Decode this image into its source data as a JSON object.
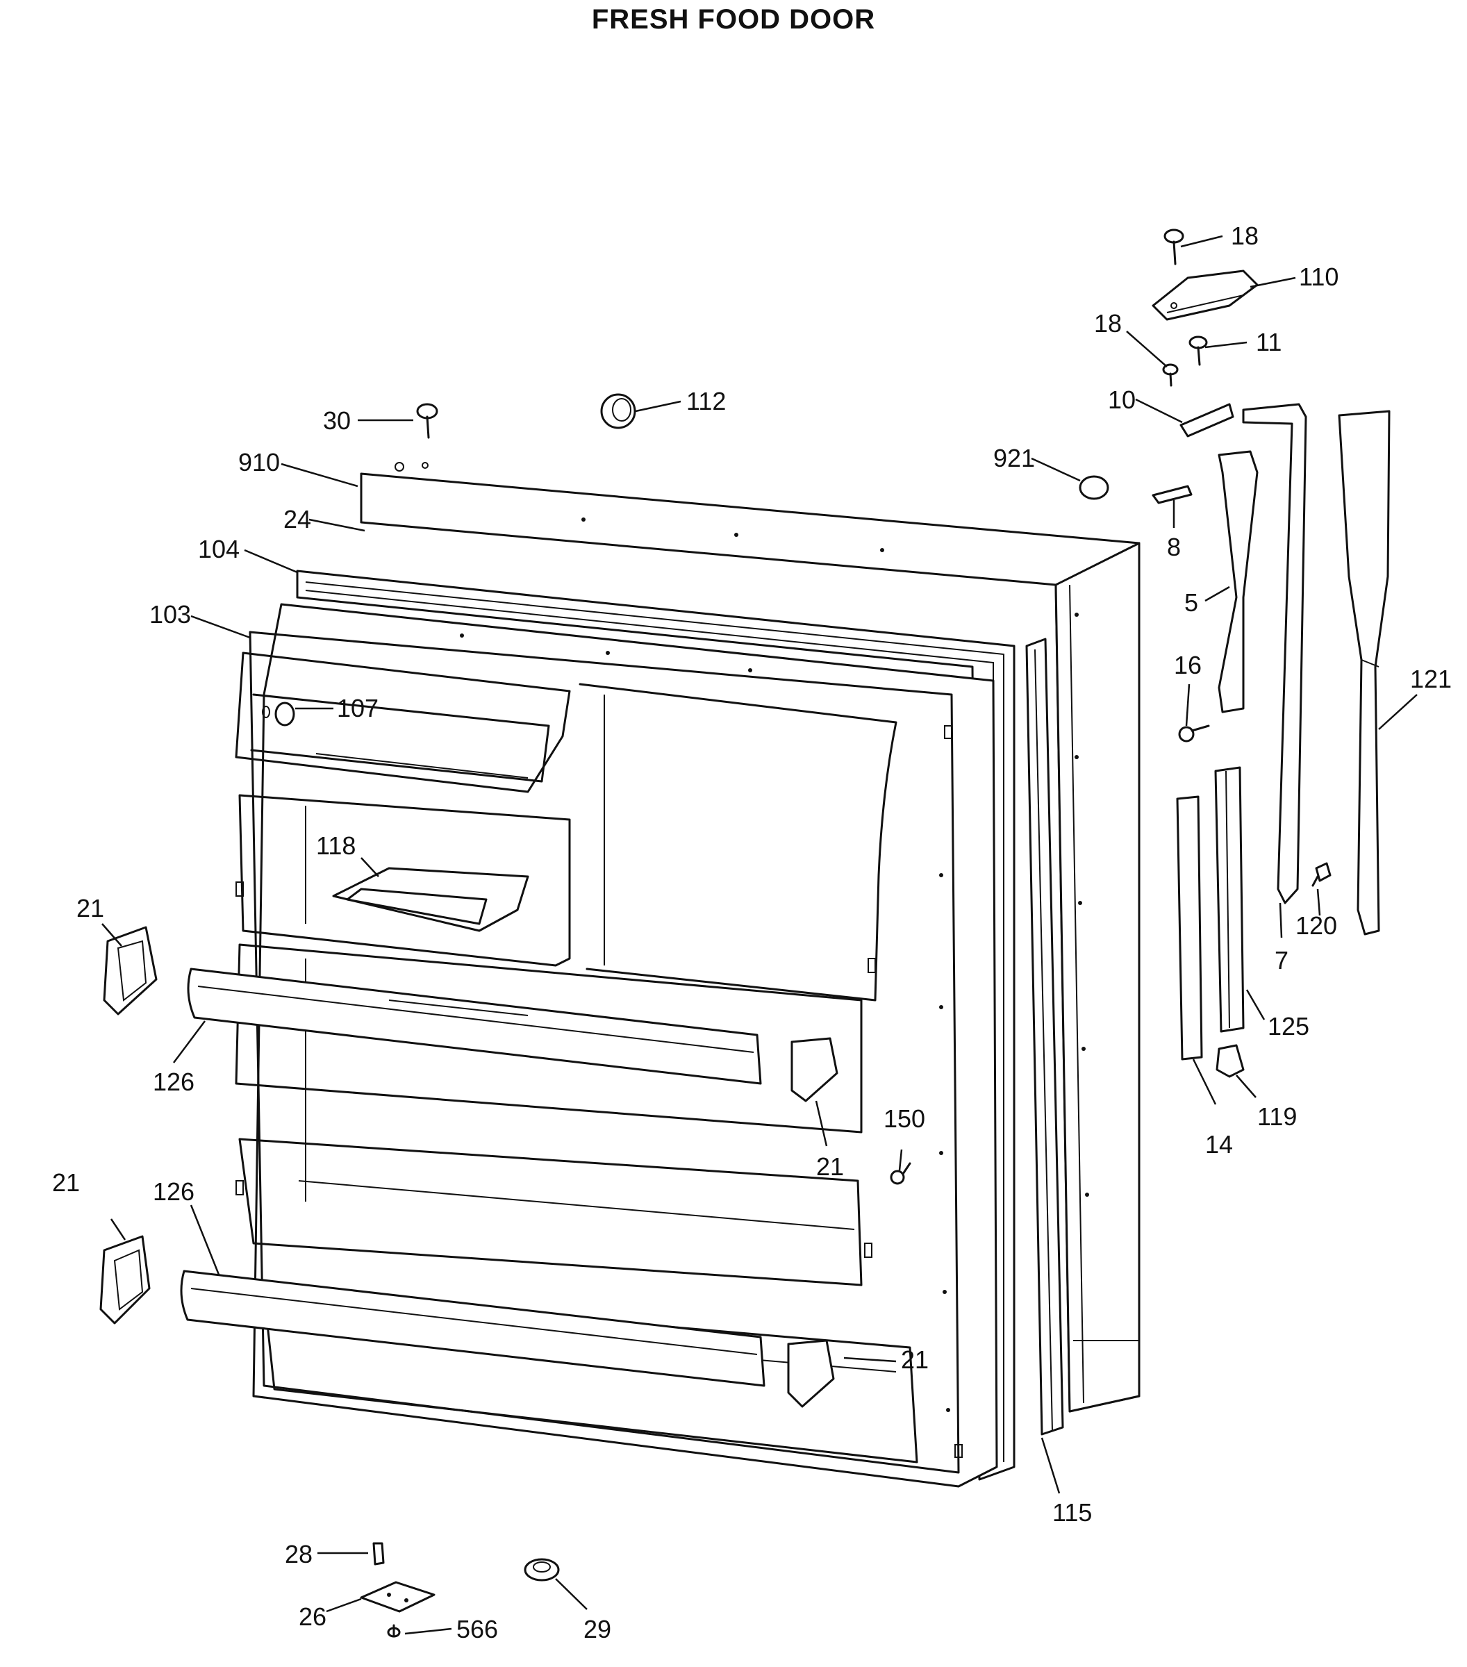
{
  "title": "FRESH FOOD DOOR",
  "callouts": [
    {
      "id": "18a",
      "label": "18"
    },
    {
      "id": "110",
      "label": "110"
    },
    {
      "id": "18b",
      "label": "18"
    },
    {
      "id": "11",
      "label": "11"
    },
    {
      "id": "30",
      "label": "30"
    },
    {
      "id": "112",
      "label": "112"
    },
    {
      "id": "10",
      "label": "10"
    },
    {
      "id": "921",
      "label": "921"
    },
    {
      "id": "910",
      "label": "910"
    },
    {
      "id": "8",
      "label": "8"
    },
    {
      "id": "24",
      "label": "24"
    },
    {
      "id": "104",
      "label": "104"
    },
    {
      "id": "5",
      "label": "5"
    },
    {
      "id": "103",
      "label": "103"
    },
    {
      "id": "16",
      "label": "16"
    },
    {
      "id": "121",
      "label": "121"
    },
    {
      "id": "107",
      "label": "107"
    },
    {
      "id": "118",
      "label": "118"
    },
    {
      "id": "21a",
      "label": "21"
    },
    {
      "id": "120",
      "label": "120"
    },
    {
      "id": "7",
      "label": "7"
    },
    {
      "id": "125",
      "label": "125"
    },
    {
      "id": "126a",
      "label": "126"
    },
    {
      "id": "150",
      "label": "150"
    },
    {
      "id": "119",
      "label": "119"
    },
    {
      "id": "14",
      "label": "14"
    },
    {
      "id": "21b",
      "label": "21"
    },
    {
      "id": "21c",
      "label": "21"
    },
    {
      "id": "126b",
      "label": "126"
    },
    {
      "id": "21d",
      "label": "21"
    },
    {
      "id": "115",
      "label": "115"
    },
    {
      "id": "28",
      "label": "28"
    },
    {
      "id": "26",
      "label": "26"
    },
    {
      "id": "29",
      "label": "29"
    },
    {
      "id": "566",
      "label": "566"
    }
  ]
}
